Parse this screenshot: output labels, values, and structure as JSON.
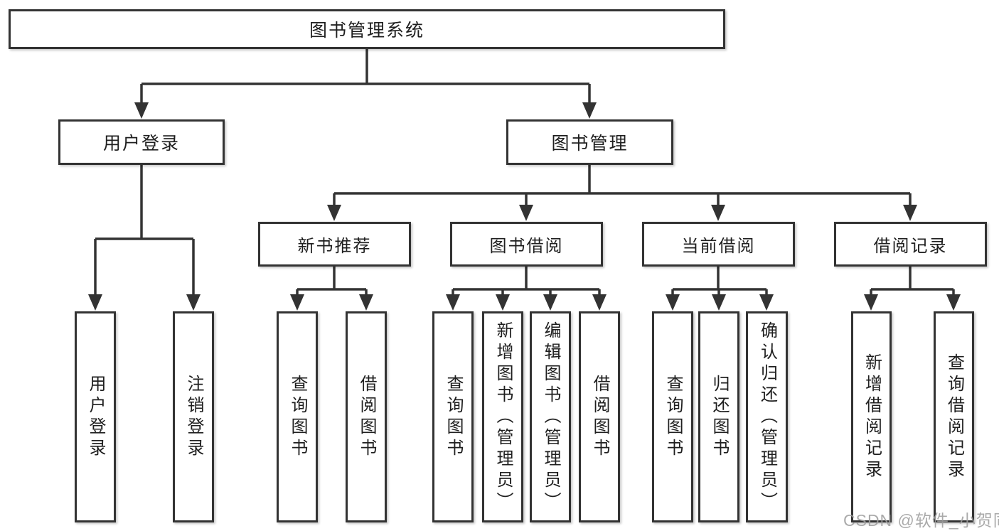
{
  "diagram": {
    "root": {
      "label": "图书管理系统"
    },
    "level1": [
      {
        "label": "用户登录",
        "leaves": [
          {
            "label": "用户登录"
          },
          {
            "label": "注销登录"
          }
        ]
      },
      {
        "label": "图书管理",
        "groups": [
          {
            "label": "新书推荐",
            "leaves": [
              {
                "label": "查询图书"
              },
              {
                "label": "借阅图书"
              }
            ]
          },
          {
            "label": "图书借阅",
            "leaves": [
              {
                "label": "查询图书"
              },
              {
                "label": "新增图书（管理员）"
              },
              {
                "label": "编辑图书（管理员）"
              },
              {
                "label": "借阅图书"
              }
            ]
          },
          {
            "label": "当前借阅",
            "leaves": [
              {
                "label": "查询图书"
              },
              {
                "label": "归还图书"
              },
              {
                "label": "确认归还（管理员）"
              }
            ]
          },
          {
            "label": "借阅记录",
            "leaves": [
              {
                "label": "新增借阅记录"
              },
              {
                "label": "查询借阅记录"
              }
            ]
          }
        ]
      }
    ]
  },
  "watermark": {
    "text": "CSDN @软件_小贺同学"
  },
  "colors": {
    "line": "#333333",
    "box_border": "#333333",
    "box_fill": "#ffffff",
    "text": "#1f1f1f",
    "watermark": "#9e9e9e",
    "background": "#ffffff"
  }
}
